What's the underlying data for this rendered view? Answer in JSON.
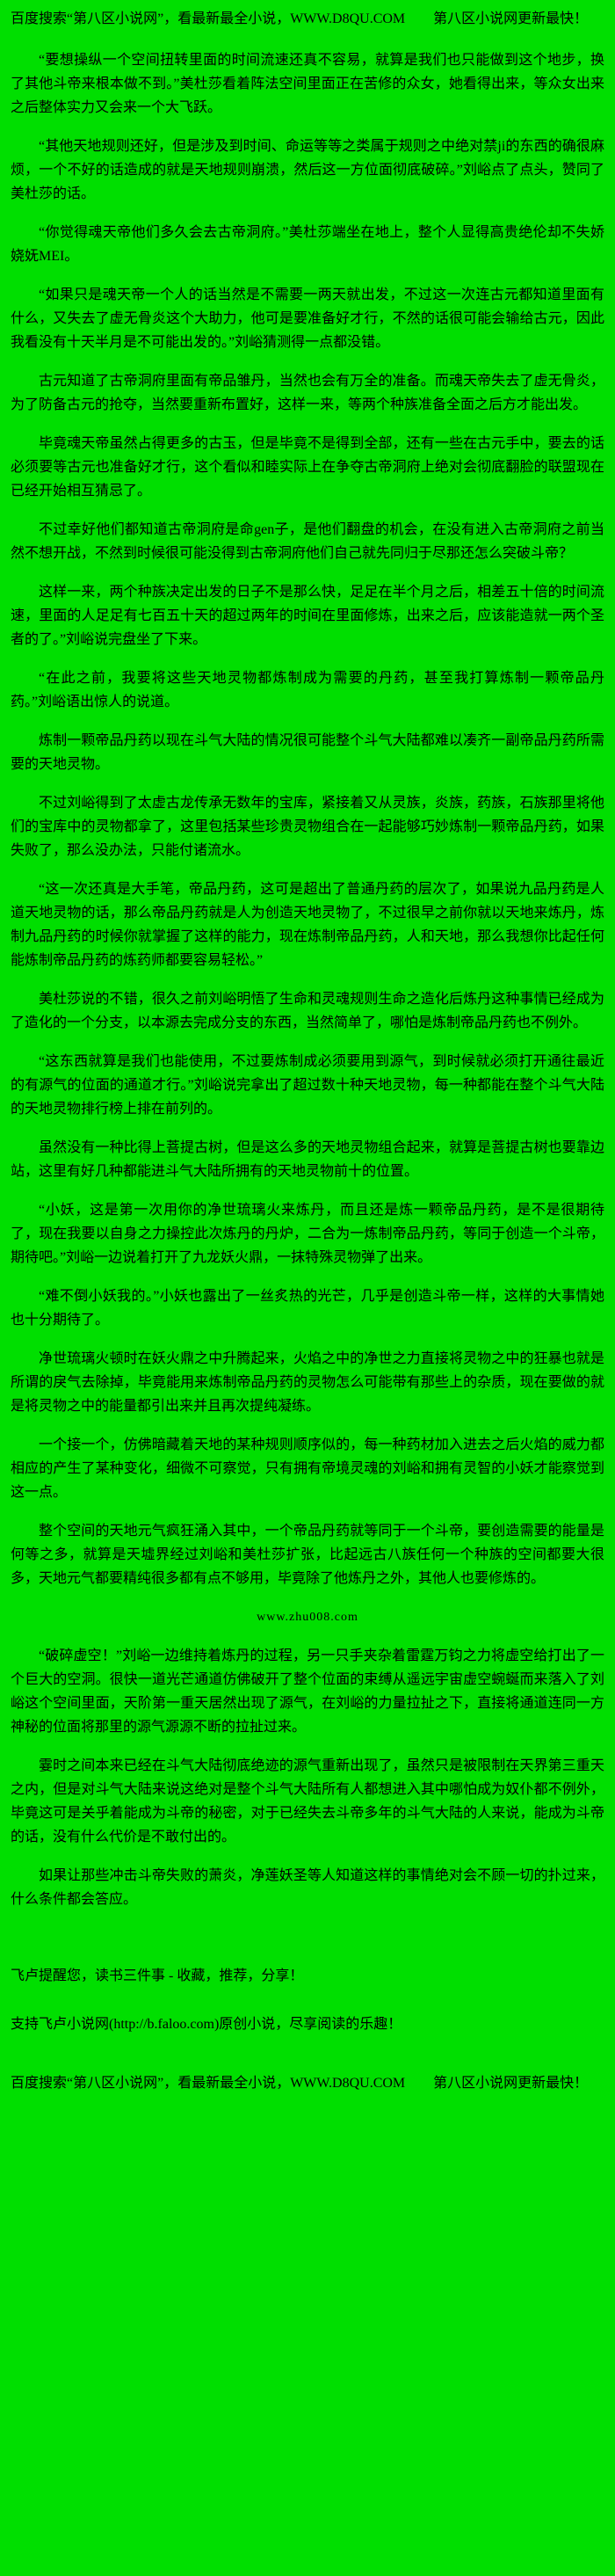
{
  "page": {
    "background_color": "#00df00",
    "text_color": "#000000"
  },
  "header": {
    "promo": "百度搜索“第八区小说网”，看最新最全小说，WWW.D8QU.COM　　第八区小说网更新最快！"
  },
  "body": {
    "part1": [
      "“要想操纵一个空间扭转里面的时间流速还真不容易，就算是我们也只能做到这个地步，换了其他斗帝来根本做不到。”美杜莎看着阵法空间里面正在苦修的众女，她看得出来，等众女出来之后整体实力又会来一个大飞跃。",
      "“其他天地规则还好，但是涉及到时间、命运等等之类属于规则之中绝对禁ji的东西的确很麻烦，一个不好的话造成的就是天地规则崩溃，然后这一方位面彻底破碎。”刘峪点了点头，赞同了美杜莎的话。",
      "“你觉得魂天帝他们多久会去古帝洞府。”美杜莎端坐在地上，整个人显得高贵绝伦却不失娇娆妩MEI。",
      "“如果只是魂天帝一个人的话当然是不需要一两天就出发，不过这一次连古元都知道里面有什么，又失去了虚无骨炎这个大助力，他可是要准备好才行，不然的话很可能会输给古元，因此我看没有十天半月是不可能出发的。”刘峪猜测得一点都没错。",
      "古元知道了古帝洞府里面有帝品雏丹，当然也会有万全的准备。而魂天帝失去了虚无骨炎，为了防备古元的抢夺，当然要重新布置好，这样一来，等两个种族准备全面之后方才能出发。",
      "毕竟魂天帝虽然占得更多的古玉，但是毕竟不是得到全部，还有一些在古元手中，要去的话必须要等古元也准备好才行，这个看似和睦实际上在争夺古帝洞府上绝对会彻底翻脸的联盟现在已经开始相互猜忌了。",
      "不过幸好他们都知道古帝洞府是命gen子，是他们翻盘的机会，在没有进入古帝洞府之前当然不想开战，不然到时候很可能没得到古帝洞府他们自己就先同归于尽那还怎么突破斗帝？",
      "这样一来，两个种族决定出发的日子不是那么快，足足在半个月之后，相差五十倍的时间流速，里面的人足足有七百五十天的超过两年的时间在里面修炼，出来之后，应该能造就一两个圣者的了。”刘峪说完盘坐了下来。",
      "“在此之前，我要将这些天地灵物都炼制成为需要的丹药，甚至我打算炼制一颗帝品丹药。”刘峪语出惊人的说道。",
      "炼制一颗帝品丹药以现在斗气大陆的情况很可能整个斗气大陆都难以凑齐一副帝品丹药所需要的天地灵物。",
      "不过刘峪得到了太虚古龙传承无数年的宝库，紧接着又从灵族，炎族，药族，石族那里将他们的宝库中的灵物都拿了，这里包括某些珍贵灵物组合在一起能够巧妙炼制一颗帝品丹药，如果失败了，那么没办法，只能付诸流水。",
      "“这一次还真是大手笔，帝品丹药，这可是超出了普通丹药的层次了，如果说九品丹药是人道天地灵物的话，那么帝品丹药就是人为创造天地灵物了，不过很早之前你就以天地来炼丹，炼制九品丹药的时候你就掌握了这样的能力，现在炼制帝品丹药，人和天地，那么我想你比起任何能炼制帝品丹药的炼药师都要容易轻松。”",
      "美杜莎说的不错，很久之前刘峪明悟了生命和灵魂规则生命之造化后炼丹这种事情已经成为了造化的一个分支，以本源去完成分支的东西，当然简单了，哪怕是炼制帝品丹药也不例外。",
      "“这东西就算是我们也能使用，不过要炼制成必须要用到源气，到时候就必须打开通往最近的有源气的位面的通道才行。”刘峪说完拿出了超过数十种天地灵物，每一种都能在整个斗气大陆的天地灵物排行榜上排在前列的。",
      "虽然没有一种比得上菩提古树，但是这么多的天地灵物组合起来，就算是菩提古树也要靠边站，这里有好几种都能进斗气大陆所拥有的天地灵物前十的位置。",
      "“小妖，这是第一次用你的净世琉璃火来炼丹，而且还是炼一颗帝品丹药，是不是很期待了，现在我要以自身之力操控此次炼丹的丹炉，二合为一炼制帝品丹药，等同于创造一个斗帝，期待吧。”刘峪一边说着打开了九龙妖火鼎，一抹特殊灵物弹了出来。",
      "“难不倒小妖我的。”小妖也露出了一丝炙热的光芒，几乎是创造斗帝一样，这样的大事情她也十分期待了。",
      "净世琉璃火顿时在妖火鼎之中升腾起来，火焰之中的净世之力直接将灵物之中的狂暴也就是所谓的戾气去除掉，毕竟能用来炼制帝品丹药的灵物怎么可能带有那些上的杂质，现在要做的就是将灵物之中的能量都引出来并且再次提纯凝练。",
      "一个接一个，仿佛暗藏着天地的某种规则顺序似的，每一种药材加入进去之后火焰的威力都相应的产生了某种变化，细微不可察觉，只有拥有帝境灵魂的刘峪和拥有灵智的小妖才能察觉到这一点。",
      "整个空间的天地元气疯狂涌入其中，一个帝品丹药就等同于一个斗帝，要创造需要的能量是何等之多，就算是天墟界经过刘峪和美杜莎扩张，比起远古八族任何一个种族的空间都要大很多，天地元气都要精纯很多都有点不够用，毕竟除了他炼丹之外，其他人也要修炼的。"
    ],
    "part2": [
      "“破碎虚空！”刘峪一边维持着炼丹的过程，另一只手夹杂着雷霆万钧之力将虚空给打出了一个巨大的空洞。很快一道光芒通道仿佛破开了整个位面的束缚从遥远宇宙虚空蜿蜒而来落入了刘峪这个空间里面，天阶第一重天居然出现了源气，在刘峪的力量拉扯之下，直接将通道连同一方神秘的位面将那里的源气源源不断的拉扯过来。",
      "霎时之间本来已经在斗气大陆彻底绝迹的源气重新出现了，虽然只是被限制在天界第三重天之内，但是对斗气大陆来说这绝对是整个斗气大陆所有人都想进入其中哪怕成为奴仆都不例外，毕竟这可是关乎着能成为斗帝的秘密，对于已经失去斗帝多年的斗气大陆的人来说，能成为斗帝的话，没有什么代价是不敢付出的。",
      "如果让那些冲击斗帝失败的萧炎，净莲妖圣等人知道这样的事情绝对会不顾一切的扑过来，什么条件都会答应。"
    ]
  },
  "watermark": "www.zhu008.com",
  "notes": {
    "reminder": "飞卢提醒您，读书三件事 - 收藏，推荐，分享！",
    "support": "支持飞卢小说网(http://b.faloo.com)原创小说，尽享阅读的乐趣！"
  },
  "footer": {
    "promo": "百度搜索“第八区小说网”，看最新最全小说，WWW.D8QU.COM　　第八区小说网更新最快！"
  }
}
